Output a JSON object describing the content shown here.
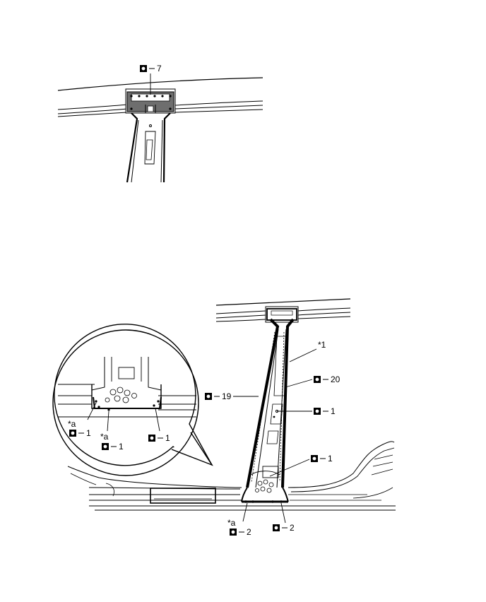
{
  "colors": {
    "ink": "#000000",
    "weld_fill": "#6e6e6e",
    "paper": "#ffffff"
  },
  "weld_symbol_icon": "square-weld-point-icon",
  "top_view": {
    "callout_7": {
      "text": "7"
    }
  },
  "bottom_view": {
    "callout_19": {
      "text": "19"
    },
    "callout_20": {
      "text": "20"
    },
    "callout_1_mid": {
      "text": "1"
    },
    "callout_1_low": {
      "text": "1"
    },
    "callout_2_left": {
      "text": "2",
      "tag": "*a"
    },
    "callout_2_right": {
      "text": "2"
    },
    "tag_1": {
      "text": "*1"
    }
  },
  "inset": {
    "callout_left": {
      "text": "1",
      "tag": "*a"
    },
    "callout_mid": {
      "text": "1",
      "tag": "*a"
    },
    "callout_right": {
      "text": "1"
    }
  }
}
